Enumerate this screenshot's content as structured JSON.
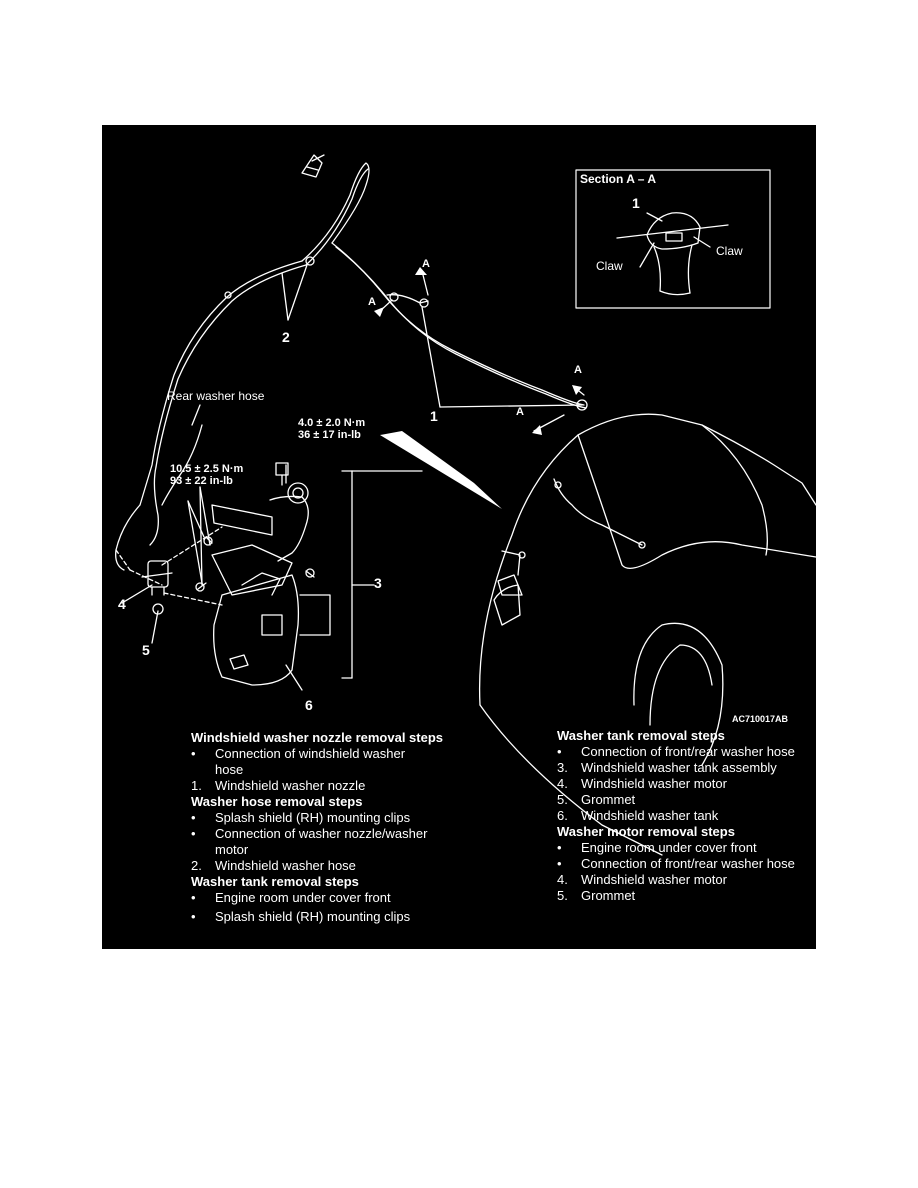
{
  "diagram": {
    "labels": {
      "section": "Section A – A",
      "claw_left": "Claw",
      "claw_right": "Claw",
      "rear_hose": "Rear washer hose",
      "torque_upper_1": "4.0 ± 2.0 N·m",
      "torque_upper_2": "36 ± 17 in-lb",
      "torque_lower_1": "10.5 ± 2.5 N·m",
      "torque_lower_2": "93 ± 22 in-lb",
      "code": "AC710017AB",
      "a": "A"
    },
    "callouts": [
      "1",
      "2",
      "3",
      "4",
      "5",
      "6"
    ]
  },
  "left_column": {
    "sec1_title": "Windshield washer nozzle removal steps",
    "sec1_items": [
      {
        "marker": "•",
        "text": "Connection of windshield washer hose"
      },
      {
        "marker": "1.",
        "text": "Windshield washer nozzle"
      }
    ],
    "sec2_title": "Washer hose removal steps",
    "sec2_items": [
      {
        "marker": "•",
        "text": "Splash shield (RH) mounting clips"
      },
      {
        "marker": "•",
        "text": "Connection of washer nozzle/washer motor"
      },
      {
        "marker": "2.",
        "text": "Windshield washer hose"
      }
    ],
    "sec3_title": "Washer tank removal steps",
    "sec3_items": [
      {
        "marker": "•",
        "text": "Engine room under cover front"
      },
      {
        "marker": "•",
        "text": "Splash shield (RH) mounting clips"
      }
    ]
  },
  "right_column": {
    "sec1_title": "Washer tank removal steps",
    "sec1_items": [
      {
        "marker": "•",
        "text": "Connection of front/rear washer hose"
      },
      {
        "marker": "3.",
        "text": "Windshield washer tank assembly"
      },
      {
        "marker": "4.",
        "text": "Windshield washer motor"
      },
      {
        "marker": "5.",
        "text": "Grommet"
      },
      {
        "marker": "6.",
        "text": "Windshield washer tank"
      }
    ],
    "sec2_title": "Washer motor removal steps",
    "sec2_items": [
      {
        "marker": "•",
        "text": "Engine room under cover front"
      },
      {
        "marker": "•",
        "text": "Connection of front/rear washer hose"
      },
      {
        "marker": "4.",
        "text": "Windshield washer motor"
      },
      {
        "marker": "5.",
        "text": "Grommet"
      }
    ]
  }
}
